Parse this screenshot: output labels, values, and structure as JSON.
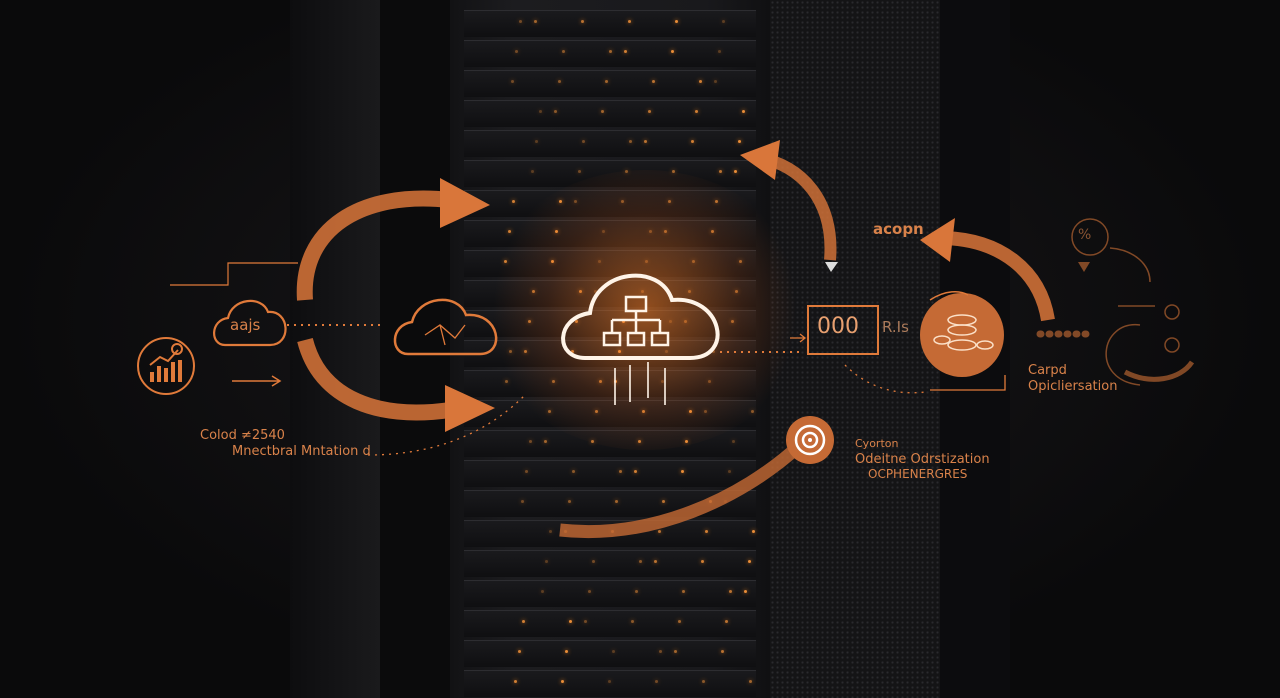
{
  "colors": {
    "accent": "#e07a3a",
    "glow": "#ff8a20",
    "background": "#0a0a0b"
  },
  "left": {
    "cloud_label": "aajs",
    "caption_line1": "Colod ≠2540",
    "caption_line2": "Mnectbral Mntation d"
  },
  "right": {
    "arrow_label": "acopn",
    "display_value": "000",
    "display_suffix": "R.Is",
    "coins_caption_line1": "Carpd",
    "coins_caption_line2": "Opicliersation",
    "target_caption_line1": "Cyorton",
    "target_caption_line2": "Odeitne Odrstization",
    "target_caption_line3": "OCPHENERGRES",
    "percent_symbol": "%"
  },
  "icons": [
    "cloud-aajs-icon",
    "growth-chart-icon",
    "network-cloud-icon",
    "hierarchy-cloud-icon",
    "display-counter-icon",
    "coins-icon",
    "target-icon",
    "percent-icon",
    "cycle-arrow-icon"
  ]
}
